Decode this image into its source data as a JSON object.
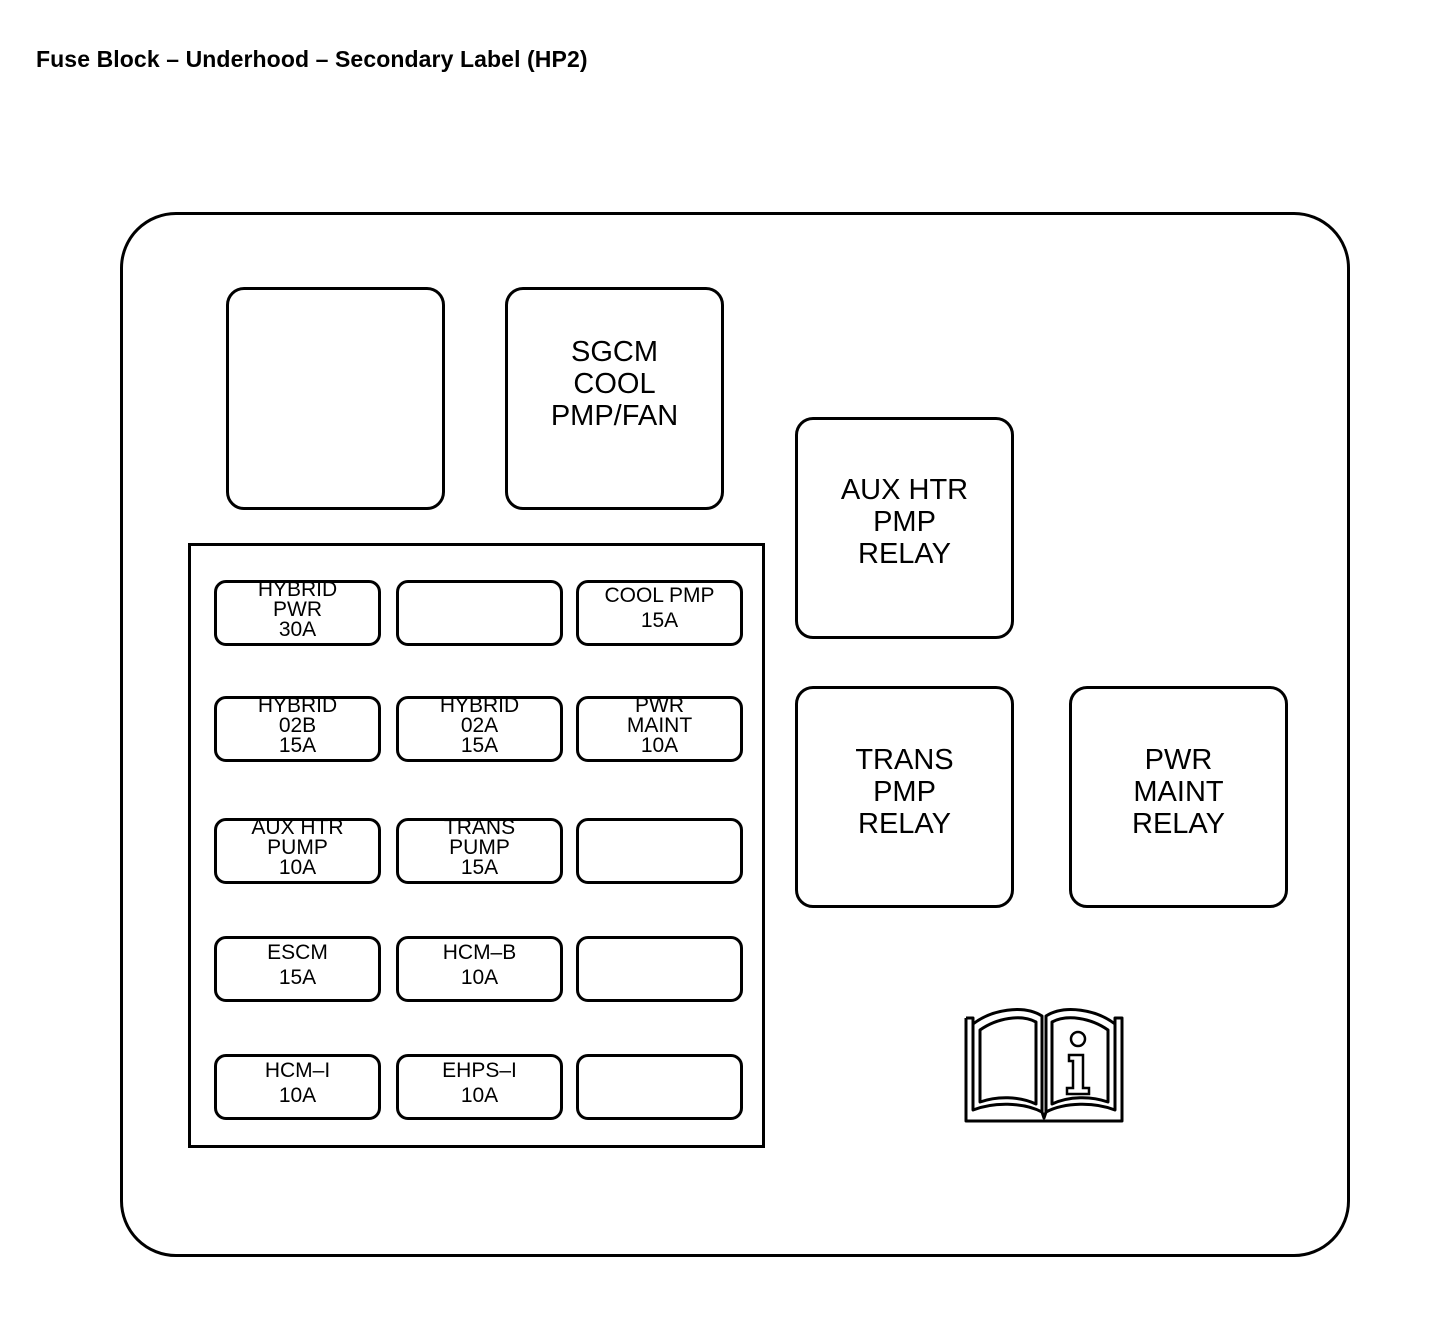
{
  "title": "Fuse Block – Underhood – Secondary Label (HP2)",
  "relays": {
    "top_left": [],
    "sgcm": [
      "SGCM",
      "COOL",
      "PMP/FAN"
    ],
    "aux_htr": [
      "AUX HTR",
      "PMP",
      "RELAY"
    ],
    "trans": [
      "TRANS",
      "PMP",
      "RELAY"
    ],
    "pwr_maint": [
      "PWR",
      "MAINT",
      "RELAY"
    ]
  },
  "fuses": {
    "r1c1": [
      "HYBRID",
      "PWR",
      "30A"
    ],
    "r1c2": [],
    "r1c3": [
      "COOL PMP",
      "15A"
    ],
    "r2c1": [
      "HYBRID",
      "02B",
      "15A"
    ],
    "r2c2": [
      "HYBRID",
      "02A",
      "15A"
    ],
    "r2c3": [
      "PWR",
      "MAINT",
      "10A"
    ],
    "r3c1": [
      "AUX HTR",
      "PUMP",
      "10A"
    ],
    "r3c2": [
      "TRANS",
      "PUMP",
      "15A"
    ],
    "r3c3": [],
    "r4c1": [
      "ESCM",
      "15A"
    ],
    "r4c2": [
      "HCM–B",
      "10A"
    ],
    "r4c3": [],
    "r5c1": [
      "HCM–I",
      "10A"
    ],
    "r5c2": [
      "EHPS–I",
      "10A"
    ],
    "r5c3": []
  },
  "icons": {
    "info": "owner-manual-info-icon"
  }
}
